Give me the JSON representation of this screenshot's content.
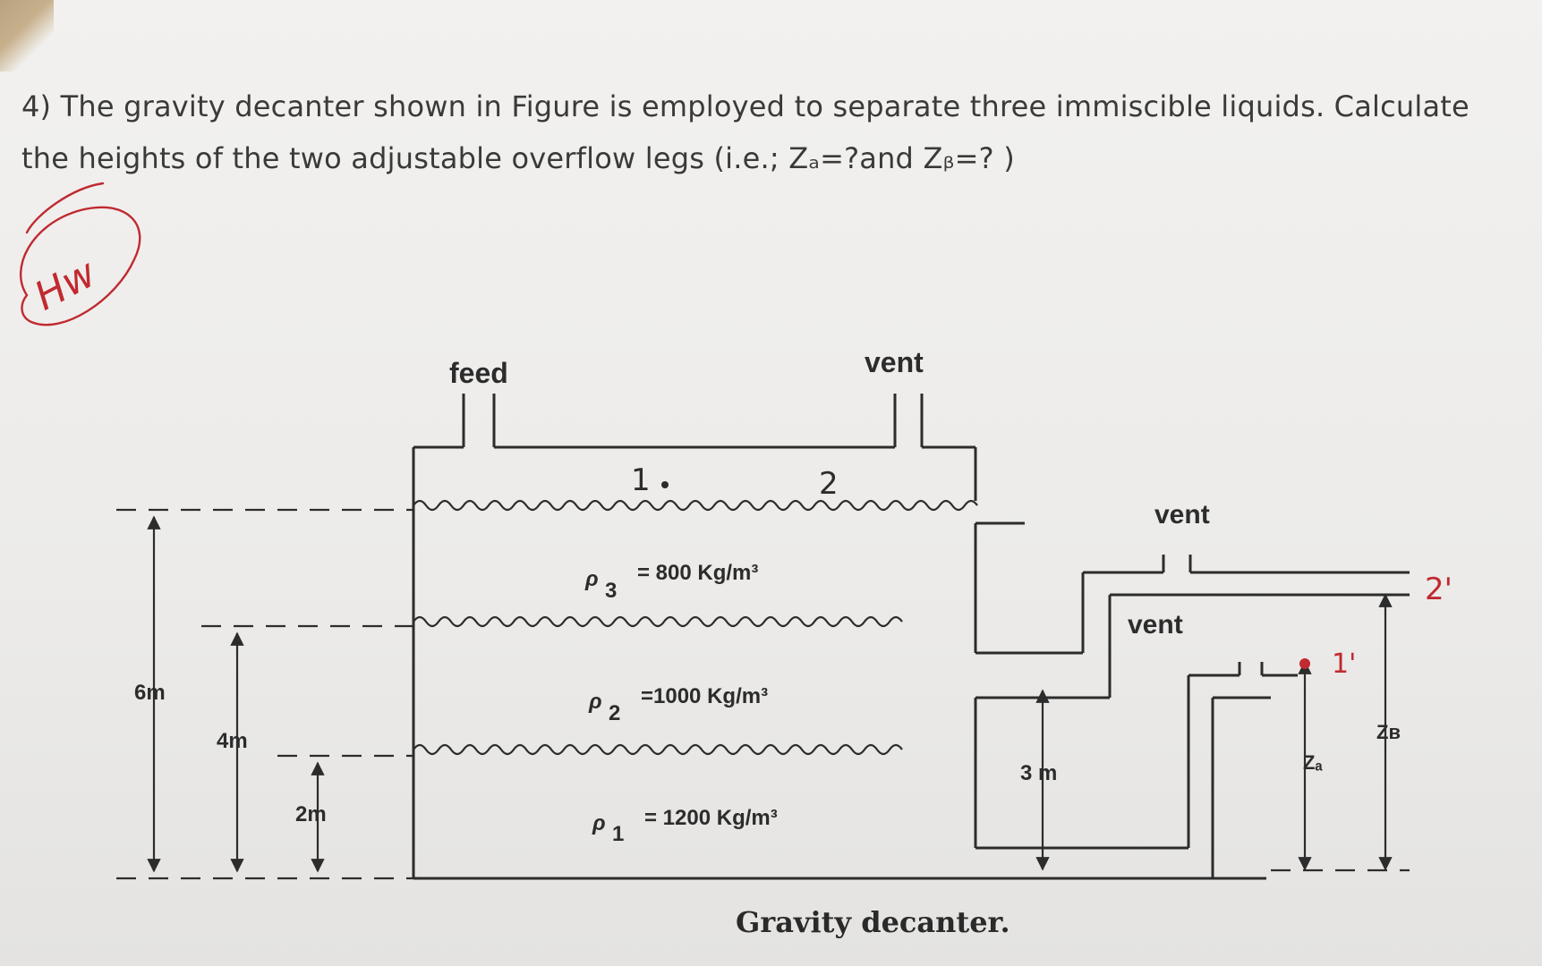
{
  "question": {
    "line1": "4) The gravity decanter shown in Figure is employed to separate three immiscible liquids. Calculate",
    "line2": "the heights of the two adjustable overflow legs (i.e.; Zₐ=?and Zᵦ=? )"
  },
  "figure": {
    "caption": "Gravity decanter.",
    "feed_label": "feed",
    "vent_top_label": "vent",
    "vent_right_label": "vent",
    "vent_inner_label": "vent",
    "densities": [
      {
        "symbol": "ρ",
        "subscript": "3",
        "text": "= 800 Kg/m³"
      },
      {
        "symbol": "ρ",
        "subscript": "2",
        "text": "=1000 Kg/m³"
      },
      {
        "symbol": "ρ",
        "subscript": "1",
        "text": "= 1200 Kg/m³"
      }
    ],
    "dimensions": {
      "left_total": "6m",
      "left_middle": "4m",
      "left_bottom": "2m",
      "outlet_leg": "3 m",
      "leg_a": "Zₐ",
      "leg_b": "Zв"
    }
  },
  "handwriting": {
    "circled_note": "Hw",
    "point_1": "1",
    "point_2": "2",
    "point_1_prime": "1'",
    "point_2_prime": "2'"
  },
  "colors": {
    "background": "#eceae8",
    "print": "#2c2c2c",
    "handwriting": "#c02a30"
  }
}
